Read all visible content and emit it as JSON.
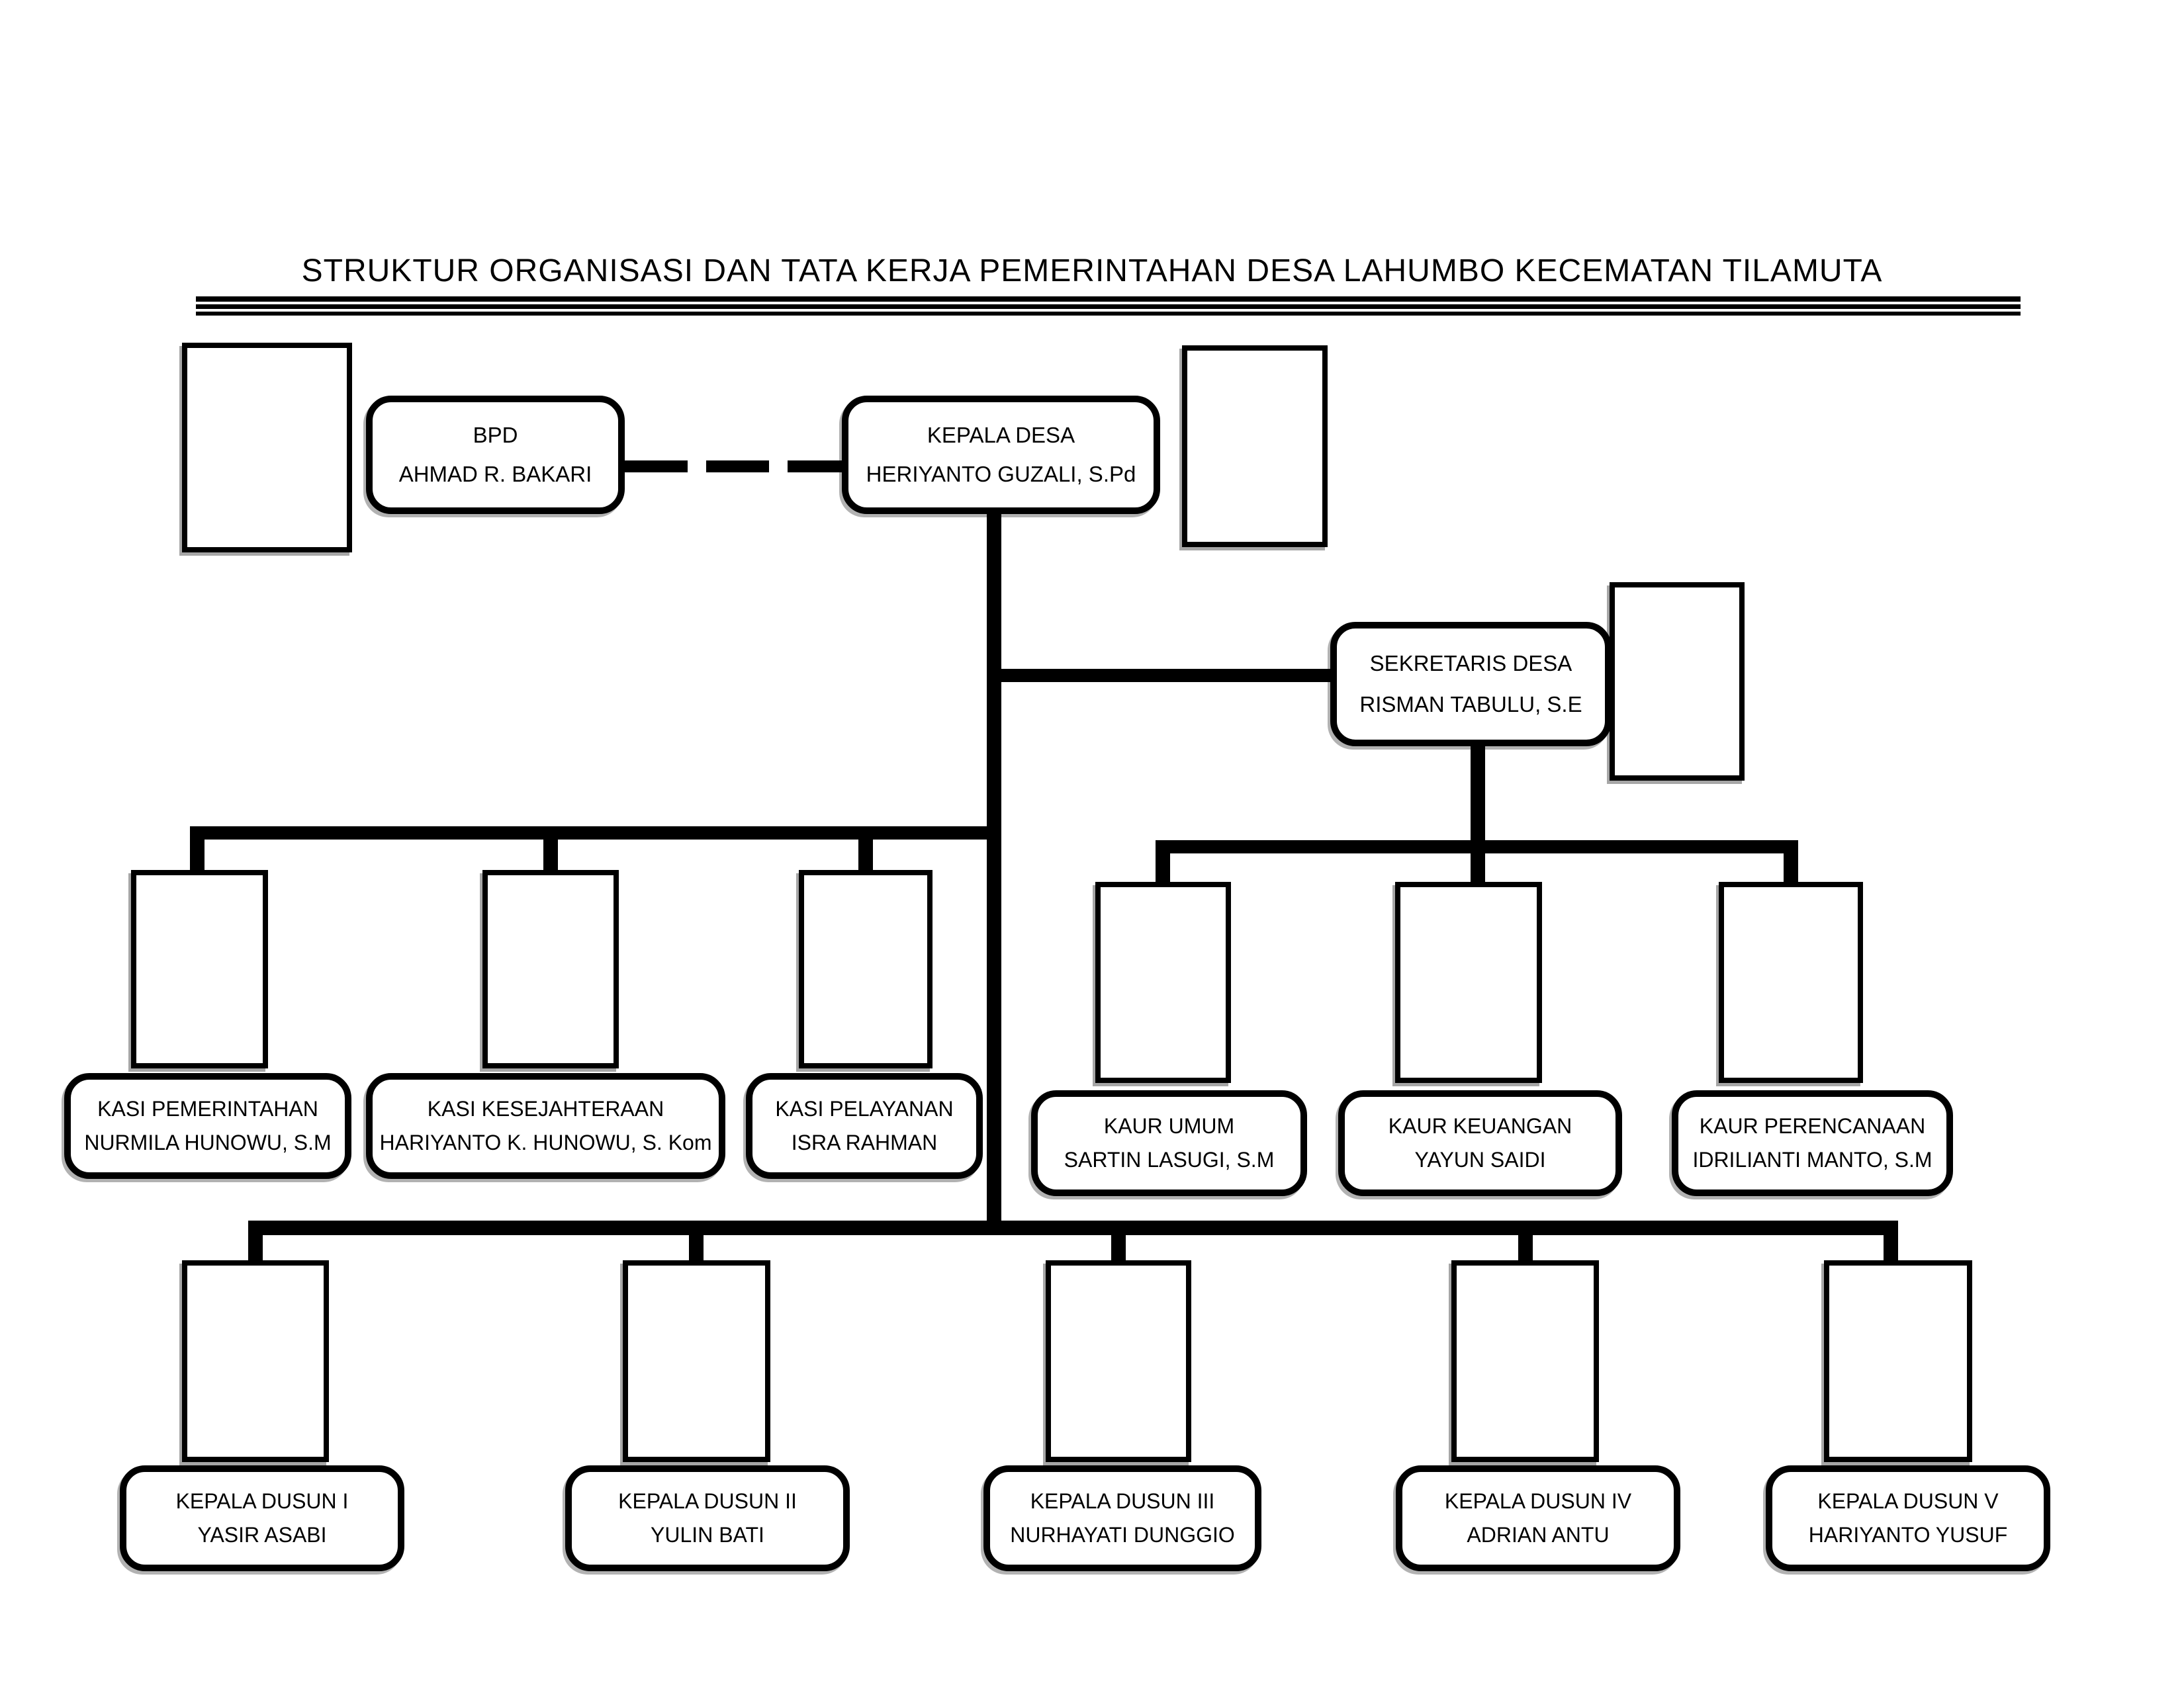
{
  "title": "STRUKTUR ORGANISASI DAN TATA KERJA PEMERINTAHAN DESA LAHUMBO KECEMATAN TILAMUTA",
  "colors": {
    "line": "#000000",
    "background": "#ffffff",
    "text": "#000000"
  },
  "nodes": {
    "bpd": {
      "role": "BPD",
      "name": "AHMAD R. BAKARI"
    },
    "kepala_desa": {
      "role": "KEPALA DESA",
      "name": "HERIYANTO GUZALI, S.Pd"
    },
    "sekretaris": {
      "role": "SEKRETARIS DESA",
      "name": "RISMAN TABULU, S.E"
    },
    "kasi": [
      {
        "role": "KASI PEMERINTAHAN",
        "name": "NURMILA HUNOWU, S.M"
      },
      {
        "role": "KASI KESEJAHTERAAN",
        "name": "HARIYANTO K. HUNOWU, S. Kom"
      },
      {
        "role": "KASI PELAYANAN",
        "name": "ISRA RAHMAN"
      }
    ],
    "kaur": [
      {
        "role": "KAUR UMUM",
        "name": "SARTIN LASUGI, S.M"
      },
      {
        "role": "KAUR KEUANGAN",
        "name": "YAYUN SAIDI"
      },
      {
        "role": "KAUR PERENCANAAN",
        "name": "IDRILIANTI MANTO, S.M"
      }
    ],
    "dusun": [
      {
        "role": "KEPALA DUSUN I",
        "name": "YASIR ASABI"
      },
      {
        "role": "KEPALA DUSUN II",
        "name": "YULIN BATI"
      },
      {
        "role": "KEPALA DUSUN III",
        "name": "NURHAYATI DUNGGIO"
      },
      {
        "role": "KEPALA DUSUN IV",
        "name": "ADRIAN ANTU"
      },
      {
        "role": "KEPALA DUSUN V",
        "name": "HARIYANTO YUSUF"
      }
    ]
  }
}
